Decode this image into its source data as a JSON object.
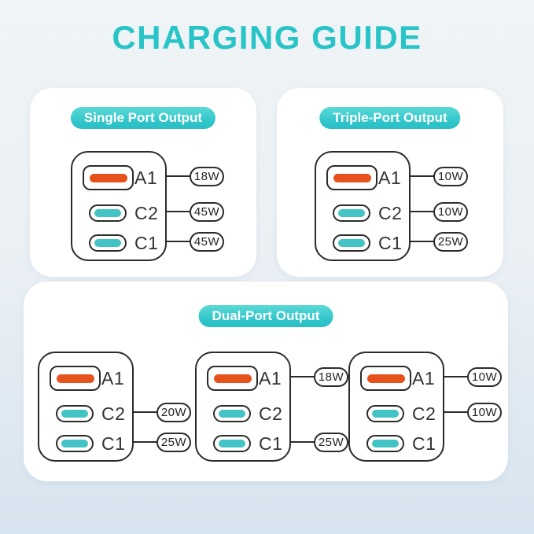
{
  "page": {
    "title": "CHARGING GUIDE"
  },
  "colors": {
    "accent_teal": "#2ac3c6",
    "port_orange": "#e5521b",
    "port_teal": "#44c3c6",
    "outline": "#2b2b2b",
    "background_top": "#f0f4f6",
    "background_bottom": "#d6e4ef"
  },
  "panels": [
    {
      "badge": "Single Port Output",
      "chargers": [
        {
          "ports": [
            {
              "label": "A1",
              "type": "usb-a",
              "watt": "18W"
            },
            {
              "label": "C2",
              "type": "usb-c",
              "watt": "45W"
            },
            {
              "label": "C1",
              "type": "usb-c",
              "watt": "45W"
            }
          ]
        }
      ]
    },
    {
      "badge": "Triple-Port Output",
      "chargers": [
        {
          "ports": [
            {
              "label": "A1",
              "type": "usb-a",
              "watt": "10W"
            },
            {
              "label": "C2",
              "type": "usb-c",
              "watt": "10W"
            },
            {
              "label": "C1",
              "type": "usb-c",
              "watt": "25W"
            }
          ]
        }
      ]
    },
    {
      "badge": "Dual-Port Output",
      "chargers": [
        {
          "ports": [
            {
              "label": "A1",
              "type": "usb-a"
            },
            {
              "label": "C2",
              "type": "usb-c",
              "watt": "20W"
            },
            {
              "label": "C1",
              "type": "usb-c",
              "watt": "25W"
            }
          ]
        },
        {
          "ports": [
            {
              "label": "A1",
              "type": "usb-a",
              "watt": "18W"
            },
            {
              "label": "C2",
              "type": "usb-c"
            },
            {
              "label": "C1",
              "type": "usb-c",
              "watt": "25W"
            }
          ]
        },
        {
          "ports": [
            {
              "label": "A1",
              "type": "usb-a",
              "watt": "10W"
            },
            {
              "label": "C2",
              "type": "usb-c",
              "watt": "10W"
            },
            {
              "label": "C1",
              "type": "usb-c"
            }
          ]
        }
      ]
    }
  ]
}
